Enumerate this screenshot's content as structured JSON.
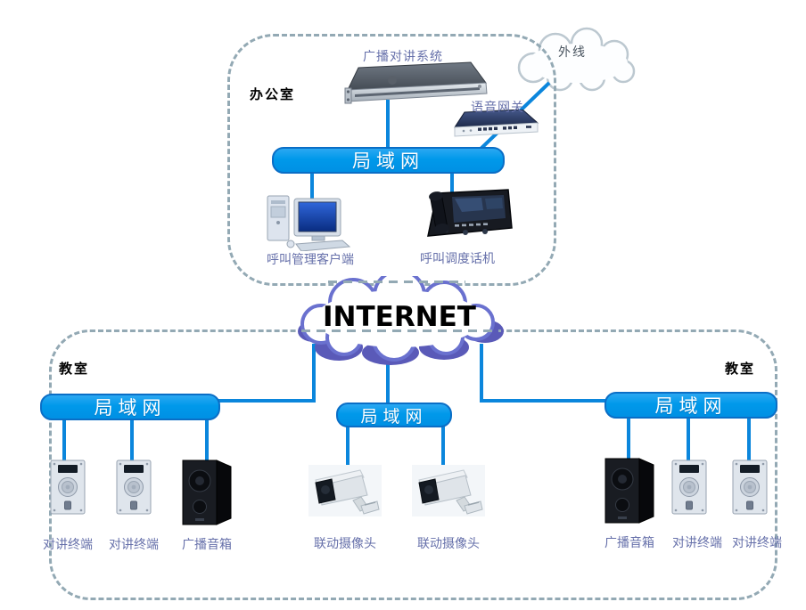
{
  "colors": {
    "line_blue": "#0b86dc",
    "lan_bar_fill": "#0099ea",
    "lan_bar_border": "#0a6ec6",
    "dashed_border": "#93a9b4",
    "device_label_text": "#6670aa",
    "internet_cloud_outline": "#6a71cf",
    "internet_cloud_shadow": "#5a5ab8",
    "outside_cloud_outline": "#bcc8d0"
  },
  "office": {
    "room_label": "办公室",
    "system_label": "广播对讲系统",
    "outside_line_label": "外线",
    "gateway_label": "语音网关",
    "lan_label": "局域网",
    "client_label": "呼叫管理客户端",
    "phone_label": "呼叫调度话机"
  },
  "internet": {
    "label": "INTERNET"
  },
  "classroom_left": {
    "room_label": "教室",
    "lan_label": "局域网",
    "devices": [
      {
        "type": "intercom-terminal",
        "label": "对讲终端"
      },
      {
        "type": "intercom-terminal",
        "label": "对讲终端"
      },
      {
        "type": "broadcast-speaker",
        "label": "广播音箱"
      }
    ]
  },
  "classroom_middle": {
    "lan_label": "局域网",
    "devices": [
      {
        "type": "linked-camera",
        "label": "联动摄像头"
      },
      {
        "type": "linked-camera",
        "label": "联动摄像头"
      }
    ]
  },
  "classroom_right": {
    "room_label": "教室",
    "lan_label": "局域网",
    "devices": [
      {
        "type": "broadcast-speaker",
        "label": "广播音箱"
      },
      {
        "type": "intercom-terminal",
        "label": "对讲终端"
      },
      {
        "type": "intercom-terminal",
        "label": "对讲终端"
      }
    ]
  }
}
